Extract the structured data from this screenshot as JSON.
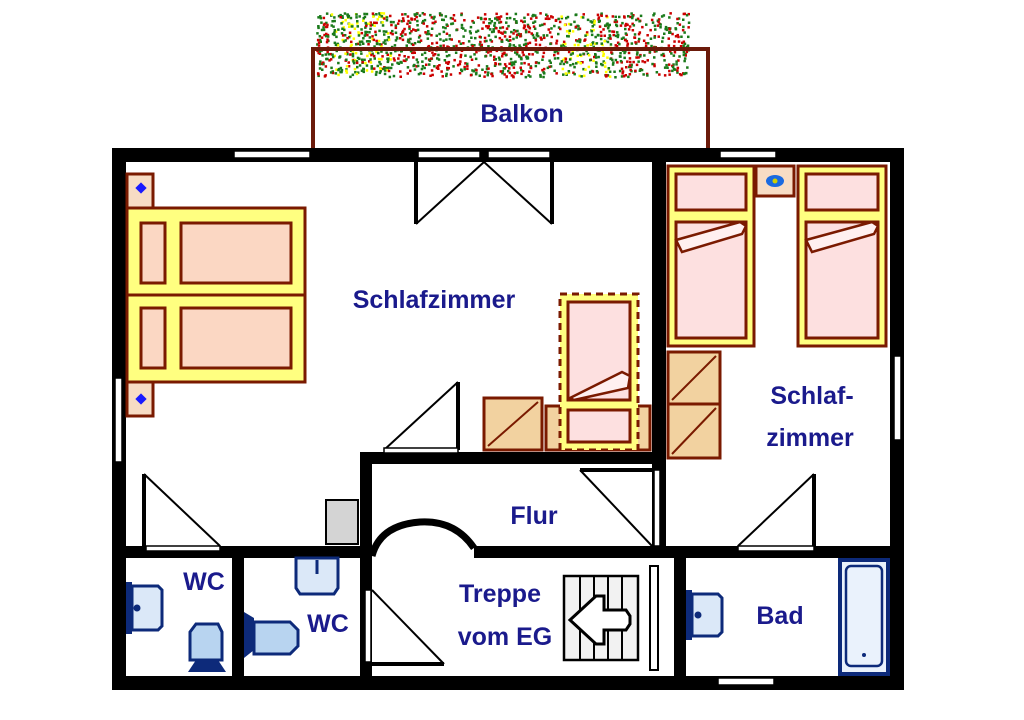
{
  "plan": {
    "title": "Obergeschoss Grundriss",
    "rooms": [
      {
        "id": "balkon",
        "label": "Balkon"
      },
      {
        "id": "schlafzimmer-1",
        "label": "Schlafzimmer"
      },
      {
        "id": "schlafzimmer-2",
        "label_line1": "Schlaf-",
        "label_line2": "zimmer"
      },
      {
        "id": "flur",
        "label": "Flur"
      },
      {
        "id": "treppe",
        "label_line1": "Treppe",
        "label_line2": "vom EG"
      },
      {
        "id": "wc-1",
        "label": "WC"
      },
      {
        "id": "wc-2",
        "label": "WC"
      },
      {
        "id": "bad",
        "label": "Bad"
      }
    ],
    "colors": {
      "wall": "#000000",
      "label": "#1a1a8c",
      "bed_frame": "#ffff80",
      "furniture_outline": "#7a1a00",
      "mattress": "#fbd7c3",
      "cabinet": "#f2d2a0",
      "sanitary": "#0d2a7a",
      "flowers": [
        "#cc0000",
        "#1a7a1a",
        "#ffff00"
      ]
    }
  }
}
